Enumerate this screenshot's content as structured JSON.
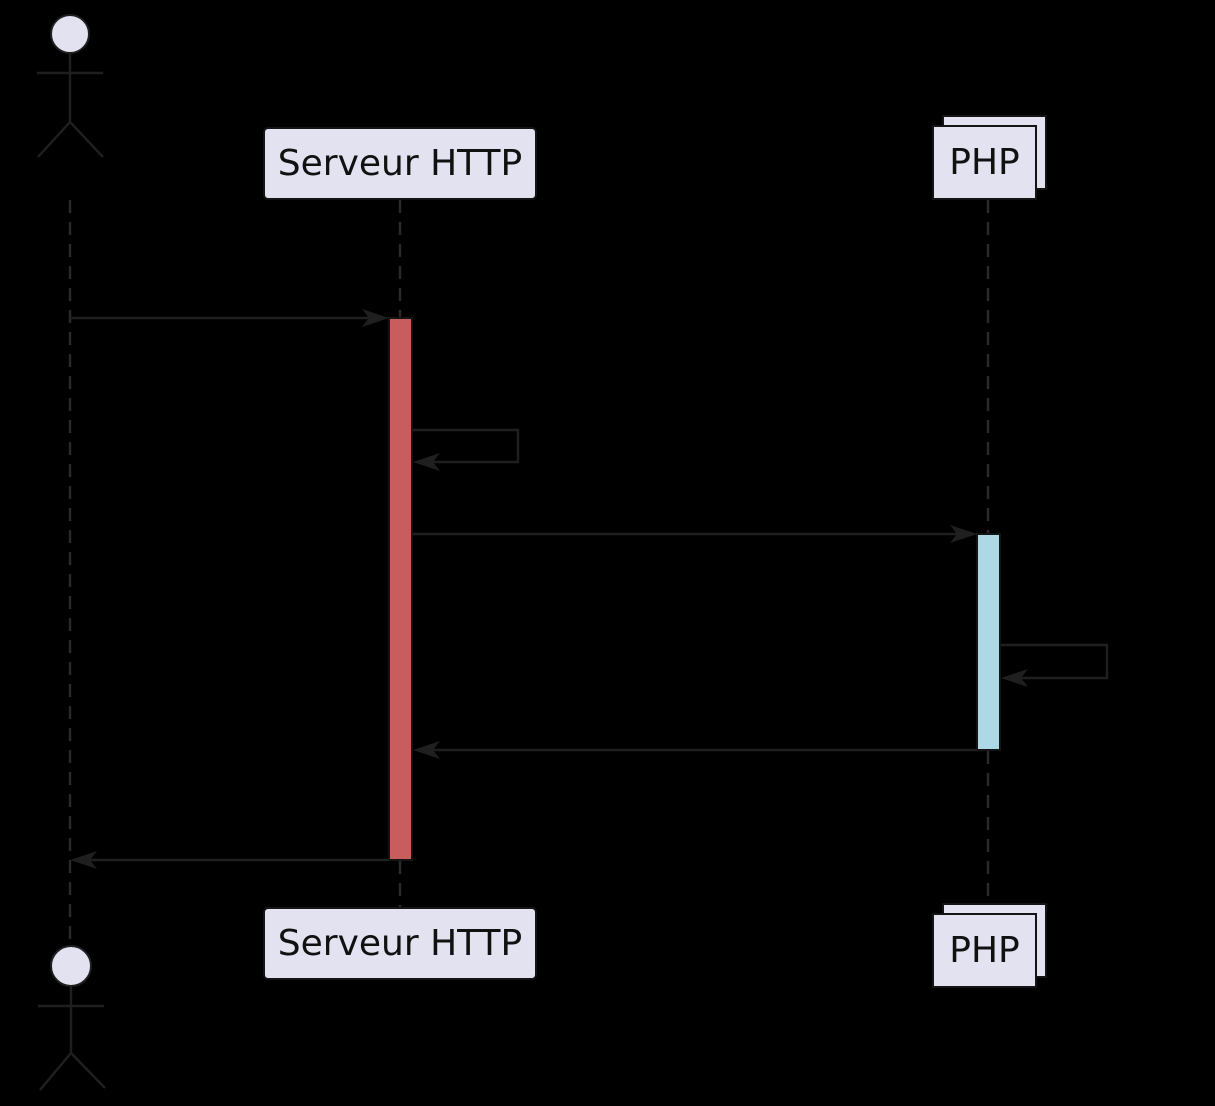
{
  "colors": {
    "background": "#000000",
    "participant_fill": "#e2e2f0",
    "participant_border": "#141414",
    "activation_http_fill": "#c85d5d",
    "activation_php_fill": "#add8e6",
    "activation_border": "#141414",
    "message_line": "#1f1f1f",
    "lifeline": "#2a2a2a",
    "label_text": "#111111",
    "actor_fill": "#e2e2f0"
  },
  "diagram": {
    "kind": "uml-sequence-diagram",
    "participants": {
      "user": {
        "kind": "actor"
      },
      "http": {
        "kind": "participant",
        "label": "Serveur HTTP"
      },
      "php": {
        "kind": "collections",
        "label": "PHP"
      }
    },
    "activations": [
      {
        "on": "http",
        "fill": "#c85d5d"
      },
      {
        "on": "php",
        "fill": "#add8e6"
      }
    ],
    "messages": [
      {
        "from": "user",
        "to": "http",
        "style": "solid-arrow"
      },
      {
        "from": "http",
        "to": "http",
        "style": "self-arrow"
      },
      {
        "from": "http",
        "to": "php",
        "style": "solid-arrow"
      },
      {
        "from": "php",
        "to": "php",
        "style": "self-arrow"
      },
      {
        "from": "php",
        "to": "http",
        "style": "solid-arrow"
      },
      {
        "from": "http",
        "to": "user",
        "style": "solid-arrow"
      }
    ]
  }
}
